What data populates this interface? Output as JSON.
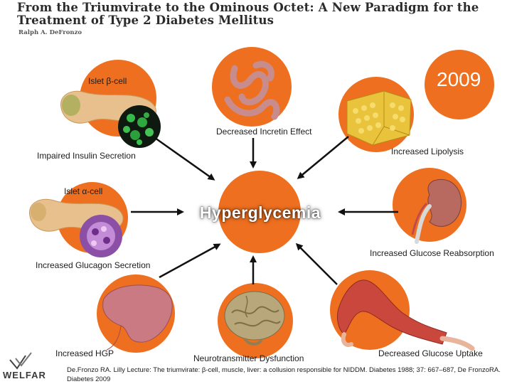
{
  "header": {
    "title": "From the Triumvirate to the Ominous Octet: A New Paradigm for the Treatment of Type 2 Diabetes Mellitus",
    "author": "Ralph A. DeFronzo"
  },
  "badge": {
    "year": "2009"
  },
  "center": {
    "label": "Hyperglycemia"
  },
  "nodes": {
    "islet_beta": "Islet β-cell",
    "insulin": "Impaired Insulin Secretion",
    "incretin": "Decreased Incretin Effect",
    "lipolysis": "Increased Lipolysis",
    "islet_alpha": "Islet α-cell",
    "glucagon": "Increased Glucagon Secretion",
    "reabsorption": "Increased Glucose Reabsorption",
    "hgp": "Increased HGP",
    "neuro": "Neurotransmitter Dysfunction",
    "uptake": "Decreased Glucose Uptake"
  },
  "logo": {
    "text": "WELFAR"
  },
  "footer": {
    "reference": "De.Fronzo RA. Lilly Lecture: The triumvirate: β-cell, muscle, liver: a collusion responsible for NIDDM. Diabetes 1988; 37: 667–687, De FronzoRA. Diabetes 2009"
  },
  "colors": {
    "disc": "#ee6f1f",
    "arrow": "#111111",
    "pancreas": "#e7c08e",
    "intestine": "#d9a3a3",
    "fat": "#e9c33c",
    "kidney": "#b96a60",
    "brain": "#b8a77a",
    "liver": "#c97a82",
    "muscle": "#c9473c"
  }
}
